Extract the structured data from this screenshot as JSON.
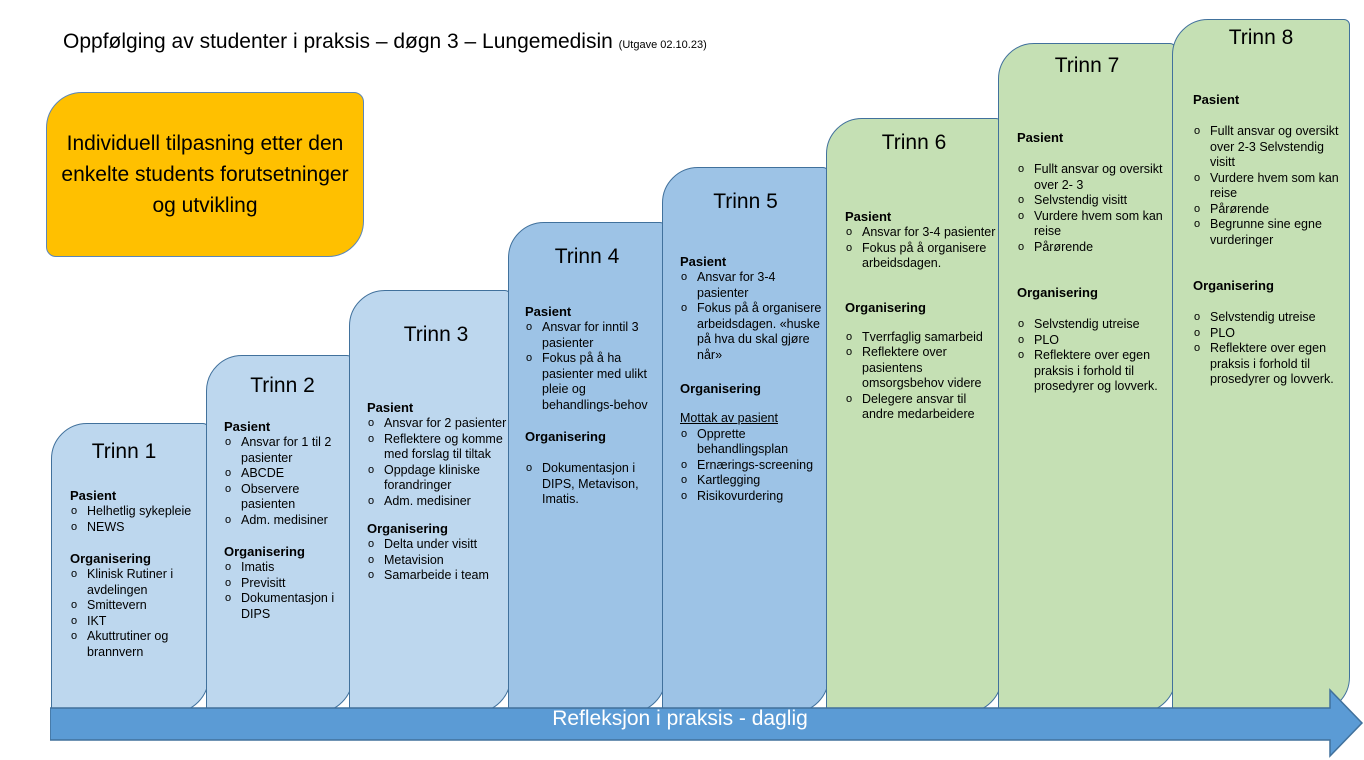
{
  "title": {
    "main": "Oppfølging av studenter i praksis – døgn 3 – Lungemedisin",
    "version": "(Utgave 02.10.23)"
  },
  "note_box": {
    "text": "Individuell tilpasning etter den enkelte students forutsetninger og utvikling",
    "color": "#ffc000"
  },
  "arrow": {
    "label": "Refleksjon i praksis - daglig",
    "color": "#5b9bd5"
  },
  "steps": [
    {
      "title": "Trinn 1",
      "pasient_heading": "Pasient",
      "pasient": [
        "Helhetlig sykepleie",
        "NEWS"
      ],
      "org_heading": "Organisering",
      "organisering": [
        "Klinisk Rutiner i avdelingen",
        "Smittevern",
        "IKT",
        "Akuttrutiner og brannvern"
      ]
    },
    {
      "title": "Trinn 2",
      "pasient_heading": "Pasient",
      "pasient": [
        "Ansvar for 1 til 2 pasienter",
        "ABCDE",
        "Observere pasienten",
        "Adm. medisiner"
      ],
      "org_heading": "Organisering",
      "organisering": [
        "Imatis",
        "Previsitt",
        "Dokumentasjon i DIPS"
      ]
    },
    {
      "title": "Trinn 3",
      "pasient_heading": "Pasient",
      "pasient": [
        "Ansvar for 2 pasienter",
        "Reflektere og komme med forslag til tiltak",
        "Oppdage kliniske forandringer",
        "Adm. medisiner"
      ],
      "org_heading": "Organisering",
      "organisering": [
        "Delta under visitt",
        "Metavision",
        "Samarbeide i team"
      ]
    },
    {
      "title": "Trinn 4",
      "pasient_heading": "Pasient",
      "pasient": [
        "Ansvar for inntil 3 pasienter",
        "Fokus på å ha pasienter med ulikt pleie og behandlings-behov"
      ],
      "org_heading": "Organisering",
      "organisering": [
        "Dokumentasjon i DIPS, Metavison, Imatis."
      ]
    },
    {
      "title": "Trinn 5",
      "pasient_heading": "Pasient",
      "pasient": [
        "Ansvar for 3-4 pasienter",
        "Fokus på å organisere arbeidsdagen. «huske på hva du skal gjøre når»"
      ],
      "org_heading": "Organisering",
      "org_sub": "Mottak av pasient",
      "organisering": [
        "Opprette behandlingsplan",
        "Ernærings-screening",
        "Kartlegging",
        "Risikovurdering"
      ]
    },
    {
      "title": "Trinn 6",
      "pasient_heading": "Pasient",
      "pasient": [
        "Ansvar for 3-4 pasienter",
        "Fokus på å organisere arbeidsdagen."
      ],
      "org_heading": "Organisering",
      "organisering": [
        "Tverrfaglig samarbeid",
        "Reflektere over pasientens omsorgsbehov videre",
        "Delegere ansvar til andre medarbeidere"
      ]
    },
    {
      "title": "Trinn 7",
      "pasient_heading": "Pasient",
      "pasient": [
        "Fullt ansvar og oversikt over 2- 3",
        "Selvstendig visitt",
        "Vurdere hvem som kan reise",
        "Pårørende"
      ],
      "org_heading": "Organisering",
      "organisering": [
        "Selvstendig utreise",
        "PLO",
        "Reflektere over egen praksis i forhold til prosedyrer og lovverk."
      ]
    },
    {
      "title": "Trinn 8",
      "pasient_heading": "Pasient",
      "pasient": [
        "Fullt ansvar og oversikt over 2-3 Selvstendig visitt",
        "Vurdere hvem som kan reise",
        "Pårørende",
        "Begrunne sine egne vurderinger"
      ],
      "org_heading": "Organisering",
      "organisering": [
        "Selvstendig utreise",
        "PLO",
        "Reflektere over egen praksis i forhold til prosedyrer og lovverk."
      ]
    }
  ]
}
